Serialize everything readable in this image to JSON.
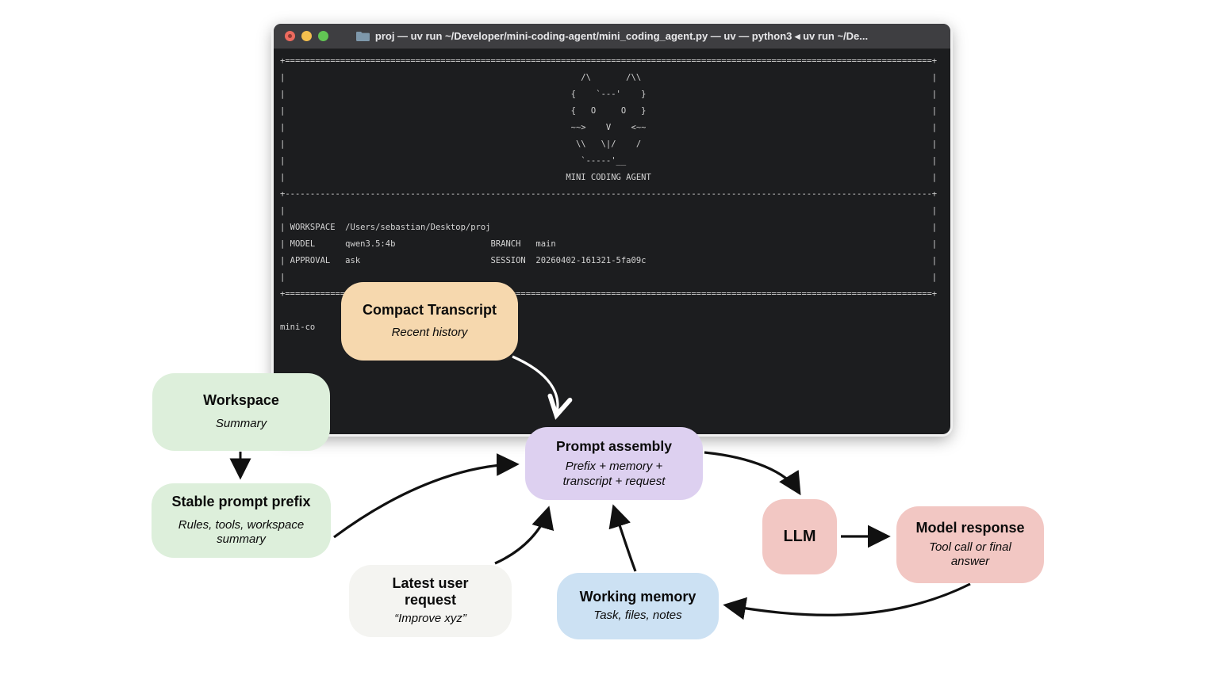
{
  "terminal": {
    "titlebar": {
      "title": "proj — uv run ~/Developer/mini-coding-agent/mini_coding_agent.py — uv — python3 ◂ uv run ~/De...",
      "lights": {
        "close": "#ec6a5e",
        "minimize": "#f4bf4e",
        "zoom": "#62c554"
      },
      "folder_icon_color": "#7e98ab"
    },
    "banner_text": "MINI CODING AGENT",
    "info": {
      "workspace_label": "WORKSPACE",
      "workspace_value": "/Users/sebastian/Desktop/proj",
      "model_label": "MODEL",
      "model_value": "qwen3.5:4b",
      "approval_label": "APPROVAL",
      "approval_value": "ask",
      "branch_label": "BRANCH",
      "branch_value": "main",
      "session_label": "SESSION",
      "session_value": "20260402-161321-5fa09c"
    },
    "prompt_text": "mini-co",
    "lines": [
      [
        "+",
        [
          "=",
          129
        ],
        "+"
      ],
      [
        "|",
        59,
        "/\\",
        7,
        "/\\\\",
        58,
        "|"
      ],
      [
        "|",
        57,
        "{",
        4,
        "`---'",
        4,
        "}",
        57,
        "|"
      ],
      [
        "|",
        57,
        "{",
        3,
        "O",
        5,
        "O",
        3,
        "}",
        57,
        "|"
      ],
      [
        "|",
        57,
        "~~>",
        4,
        "V",
        4,
        "<~~",
        57,
        "|"
      ],
      [
        "|",
        58,
        "\\\\",
        3,
        "\\|/",
        4,
        "/",
        58,
        "|"
      ],
      [
        "|",
        59,
        "`-----'__",
        61,
        "|"
      ],
      [
        "|",
        56,
        "MINI CODING AGENT",
        56,
        "|"
      ],
      [
        "+",
        [
          "-",
          129
        ],
        "+"
      ],
      [
        "|",
        129,
        "|"
      ],
      [
        "|",
        1,
        "WORKSPACE",
        2,
        "/Users/sebastian/Desktop/proj",
        88,
        "|"
      ],
      [
        "|",
        1,
        "MODEL",
        6,
        "qwen3.5:4b",
        19,
        "BRANCH",
        3,
        "main",
        75,
        "|"
      ],
      [
        "|",
        1,
        "APPROVAL",
        3,
        "ask",
        26,
        "SESSION",
        2,
        "20260402-161321-5fa09c",
        57,
        "|"
      ],
      [
        "|",
        129,
        "|"
      ],
      [
        "+",
        [
          "=",
          129
        ],
        "+"
      ],
      [
        0
      ],
      [
        "mini-co"
      ]
    ]
  },
  "diagram": {
    "nodes": {
      "compact_transcript": {
        "title": "Compact Transcript",
        "subtitle": "Recent history",
        "bg": "#f6d8ae"
      },
      "workspace": {
        "title": "Workspace",
        "subtitle": "Summary",
        "bg": "#ddefdb"
      },
      "stable_prompt_prefix": {
        "title": "Stable prompt prefix",
        "subtitle": "Rules, tools, workspace summary",
        "bg": "#ddefdb"
      },
      "latest_user_request": {
        "title": "Latest user request",
        "subtitle": "“Improve xyz”",
        "bg": "#f4f4f1"
      },
      "prompt_assembly": {
        "title": "Prompt assembly",
        "subtitle": "Prefix + memory + transcript + request",
        "bg": "#ddd0f0"
      },
      "working_memory": {
        "title": "Working memory",
        "subtitle": "Task, files, notes",
        "bg": "#cce1f3"
      },
      "llm": {
        "title": "LLM",
        "subtitle": "",
        "bg": "#f2c7c3"
      },
      "model_response": {
        "title": "Model response",
        "subtitle": "Tool call or final answer",
        "bg": "#f2c7c3"
      }
    },
    "edges": [
      {
        "from": "compact_transcript",
        "to": "prompt_assembly",
        "color": "#ffffff"
      },
      {
        "from": "workspace",
        "to": "stable_prompt_prefix",
        "color": "#111111"
      },
      {
        "from": "stable_prompt_prefix",
        "to": "prompt_assembly",
        "color": "#111111"
      },
      {
        "from": "latest_user_request",
        "to": "prompt_assembly",
        "color": "#111111"
      },
      {
        "from": "working_memory",
        "to": "prompt_assembly",
        "color": "#111111"
      },
      {
        "from": "prompt_assembly",
        "to": "llm",
        "color": "#111111"
      },
      {
        "from": "llm",
        "to": "model_response",
        "color": "#111111"
      },
      {
        "from": "model_response",
        "to": "working_memory",
        "color": "#111111"
      }
    ]
  }
}
